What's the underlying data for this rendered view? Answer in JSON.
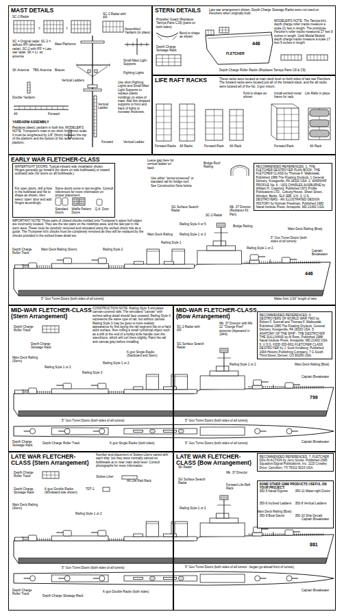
{
  "diagram": {
    "nodes": [
      {
        "text": [
          "MAST DETAILS"
        ]
      },
      {
        "text": [
          "STERN DETAILS"
        ]
      },
      {
        "text": [
          "LIFE RAFT RACKS"
        ]
      },
      {
        "text": [
          "EARLY WAR FLETCHER-CLASS"
        ]
      },
      {
        "text": [
          "WATERTIGHT DOORS: Typical inboard side installation shown. Hinges generally go forward (for doors on side bulkheads) or toward outboard side (for doors on aft bulkheads.)",
          "For open doors, drill a hole in the bulkhead and file to shape as shown, then select 'open' door and add hinges accordingly.",
          "Standard Doors",
          "Waffle Pattern Doors",
          "Q.A. Door",
          "Some doors come in two lengths. Consult references for more information on proper placement."
        ],
        "in": 3
      },
      {
        "text": [
          "RECOMMENDED REFERENCES: 1. THE FLETCHER DESTROYER PLAN BOOK; THE FLETCHER CLASS by Thomas F. Walkowiak, Published 1986 The Floating Drydock, 1 General Delivery, Kresgeville, PA 18333 USA. 2. WARSHIP PROFILE No. 6 - USS CHARLES AUSBURNE by William H. Crawford, Published 1971 Profile Publications LTD., Coburg House, Sheet Street, Windsor, Berks. SL4 1EB, U.K. 3. U.S. DESTROYERS - AN ILLUSTRATED DESIGN HISTORY by Norman Friedman, Published 1982 Naval Institute Press, Annapolis, MD 21402 USA."
        ],
        "in": 3
      },
      {
        "text": [
          "MID-WAR FLETCHER-CLASS (Stern Arrangement)"
        ]
      },
      {
        "text": [
          "MID-WAR FLETCHER-CLASS (Bow Arrangement)"
        ]
      },
      {
        "text": [
          "RECOMMENDED REFERENCES: 4. DESTROYERS OF WORLD WAR TWO by Robert F. Sumrall and Thomas F. Walkowiak, Published 1985 The Floating Drydock, General Delivery, Kresgeville, PA 18333 USA. 5. ANATOMY OF THE SHIP - THE DESTROYER THE SULLIVANS by Al Ross, Published 1988 Naval Institute Press, Annapolis, MD 21402 USA. 6. U.S.S. KIDD (DD-661) FLETCHER CLASS DESTROYER by J. Scott Kindberg, Published 1994 Historic Publishing Company, 7 G South Third Street, Denver, CO 80209 USA."
        ],
        "in": 7
      },
      {
        "text": [
          "LATE WAR FLETCHER-CLASS (Stern Arrangement)"
        ]
      },
      {
        "text": [
          "LATE WAR FLETCHER-CLASS (Bow Arrangement)"
        ]
      },
      {
        "text": [
          "RECOMMENDED REFERENCES: 7. FLETCHER DDs IN ACTION by Jerry Scutts, Published 1995 Squadron/Signal Publications, Inc. 1115 Crowley Drive, Carrollton, TX 75011-5010 USA."
        ],
        "in": 10
      },
      {
        "text": [
          "SOME OTHER GMM PRODUCTS USEFUL ON YOUR PROJECT:",
          "350-5 Naval Figures",
          "350-11 Water-tight Doors",
          "350-6 Inclined Ladders",
          "350-8 Vertical Ladders",
          "350-9 Boat Davits",
          "350-10 Ship Decals"
        ],
        "in": 10
      }
    ],
    "labels": [
      "SC-2 Radar",
      "?",
      "?",
      "SC-2 Radar with IFF",
      "SC = Original radar. SC-2 = without IFF (alternate radar). SC-2 with IFF = Late war radar. SK = Lt. wt. antenna",
      "Assembled Yardarm (in place)",
      "Mast Platforms",
      "Small Mast Light Supports",
      "Braces",
      "SK Antenna",
      "TBS Antenna",
      "Vertical Ladders",
      "Fighting Lights",
      "Double Yardarm",
      "Forward",
      "Aft",
      "Vertical Ladder",
      "Use short Fighting Lights and Small Mast Light Supports to replace plastic moldings on sides of mast. Add Ibis dropped supports to front and back of lights to increase thickness.",
      "YARDARM ASSEMBLY",
      "Replaces plastic yardarm in both kits. MODELER'S NOTE: Trumpeter's mast is too short for correct scale. It must be lengthened by 1/8\" (6mm) between the top of the platform and the bottom of the radar antenna platform.",
      "Forward",
      "Vertical Ladder",
      "Late war arrangement shown. Depth Charge Stowage Racks were not used on Fletchers when originally built.",
      "Propeller Guard (Replaces Tamiya Parts C16) (parts on both sides)",
      "Bend to shape as shown",
      "Depth Charge Stowage Rack",
      "MODELER'S NOTE: The Tamiya kit's depth charge roller tracks measure a scale 21 feet in length. The prototype Fletcher's roller tracks measured 17 feet 9 inches in length. Gold Medal Models' depth charge tracks measure a scale 17 feet 9 inches in length.",
      "446",
      "FLETCHER",
      "Depth Charge Roller Racks (Replaces Tamiya Parts C8 & C9)",
      "These racks were located at main deck level on both sides of late war Fletchers. The forward racks were located just aft of the forward stack, and the aft racks were located aft of the No. 3 gun mount.",
      "Fold to shape as shown",
      "Life Rafts in place",
      "Forward Racks",
      "All Racks",
      "Forward Rack",
      "Aft Rack",
      "Install etched metal frame for rack",
      "Forward Rack",
      "Aft Rack",
      "IMPORTANT NOTE! Three pairs of closed chocks molded onto Trumpeter's upper hull edges are incorrectly located. They are the two pairs on the midships area, and the last pair in the stern area. These must be carefully removed and relocated using the etched chock ride as a guide. The Trumpeter kit's chocks must be completely removed as they will be replaced by the chocks provided in the etched brass detail set.",
      "Leave gap here for vertical ladder on back",
      "Bridge Roof Railing",
      "Use either \"arrow-screened\" or standard rail for bridge roof. See Construction Note below.",
      "SC-2 Radar",
      "SG Surface Search Radar",
      "Mk. 37 Director (Replaces Kit Part)",
      "Bridge Railing",
      "Main Deck Railing (Bow)",
      "Main Deck Railing",
      "Railing Style 2",
      "Railing Style 1",
      "Railing Style 4 or 5",
      "Railing Style 1 or 2",
      "Railing Style 1 or 2",
      "Depth Charge Roller Track",
      "Main Deck Railing (Stern)",
      "5\" Gun Turret Doors (both sides of all turrets)",
      "5\" Gun Turret Doors (both sides of all turrets)",
      "Captain Breakwater",
      "Make from 1/16\" length of wire",
      "446",
      "CONSTRUCTION NOTE: Railing Style 5 simulates canvas-covered rails. The simulated \"canvas\" with etched railing detail should face outward. Railing Style 4 represents the same type of rail, but without canvas. Railing Style 3 may be given a more realistic appearance by first laying the rail segment flat on a hard work surface, then rolling a small cylindrical object such as a drill or the end of a hobby knife handle over the stanchions, which will curl them slightly. Paint the rail and canvas gray before installing.",
      "Depth Charge Roller Track",
      "Depth Charge Stowage Rack",
      "Main Deck Railing (Stern)",
      "Railing Style 1 or 2",
      "Railing Style 3",
      "Railing Style 1 or 2",
      "K-gun Single Racks (Starboard and Stern)",
      "5\" Gun Turret Doors (both sides of all turrets)",
      "Depth Charge Stowage Rack",
      "Depth Charge Roller Track",
      "K-gun Single Racks (both sides)",
      "SC-2 Radar with IFF",
      "SG Surface Search Radar",
      "Mk. 37 Director with Mk. 22 \"Orange Peel\" antenna (Appeared in 1944)",
      "Railing Style 1 or 2",
      "Main Deck Railing (Bow)",
      "5\" Gun Turret Doors (both sides of all turrets)",
      "Captain Breakwater",
      "799",
      "Captain Breakwater",
      "5\" Gun Turret Doors (both sides of all turrets)",
      "Number and placement of Stokes Litters varied with each ship, but they were normally carried on bulkheads at or near main deck level. Consult photographs for more information.",
      "Stokes Litter",
      "Depth Charge Roller Track",
      "Depth Charge Stowage Rack",
      "K-gun Double Racks (Windward side shown)",
      "TDT-1",
      "Aft Life Raft Rack",
      "Main Deck Railing (Stern)",
      "Railing Style 1 or 2",
      "5\" Gun Turret Doors (both sides of all turrets)",
      "Depth Charge Roller Track",
      "Depth Charge Stowage Rack",
      "K-gun Double Racks (both sides)",
      "SK Radar",
      "SG Surface Search Radar",
      "Mk. 37 Director",
      "Forward Life Raft Rack",
      "Railing Style 1 or 2",
      "Main Deck Railing (Bow)",
      "Captain Breakwater",
      "881",
      "5\" Gun Turret Doors (both sides of all turrets - began go-ahead front of turrets)",
      "Captain Breakwater"
    ]
  }
}
